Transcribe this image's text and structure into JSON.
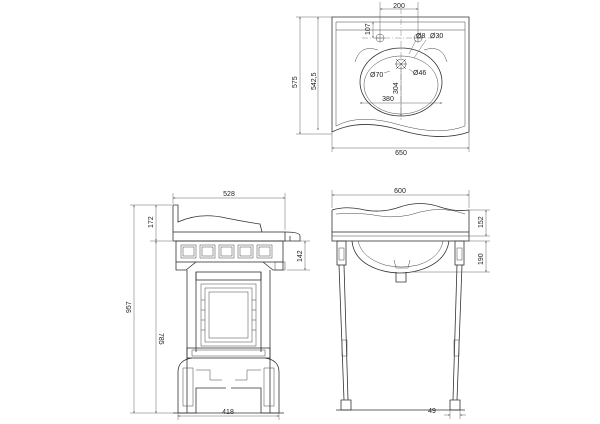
{
  "top_view": {
    "width": "650",
    "depth": "575",
    "depth_inner": "542,5",
    "tap_offset": "200",
    "tap_setback": "107",
    "tap_hole": "Ø8",
    "tap_hole_outer": "Ø30",
    "waste_hole": "Ø70",
    "bowl_depth": "304",
    "overflow_hole": "Ø46",
    "bowl_width": "380"
  },
  "side_view": {
    "top_depth": "528",
    "splashback_height": "172",
    "apron_height": "142",
    "total_height": "957",
    "basin_height": "785",
    "stand_width": "418"
  },
  "front_view": {
    "width": "600",
    "splashback_height": "152",
    "basin_drop": "190",
    "leg_width": "49"
  }
}
